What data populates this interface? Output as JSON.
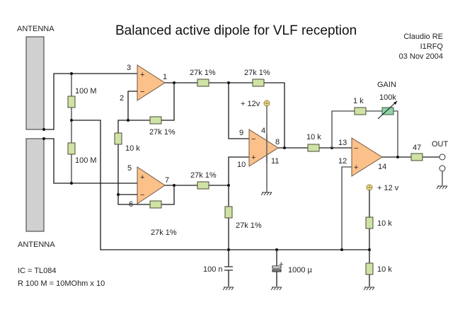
{
  "title": "Balanced active dipole for VLF reception",
  "author": {
    "name": "Claudio RE",
    "callsign": "I1RFQ",
    "date": "03 Nov 2004"
  },
  "antennas": {
    "top_label": "ANTENNA",
    "bottom_label": "ANTENNA"
  },
  "notes": {
    "ic": "IC = TL084",
    "resistor": "R 100 M = 10MOhm x 10"
  },
  "colors": {
    "resistor": "#cfe3a4",
    "opamp": "#fcc18b",
    "pot": "#8fd3a8",
    "antenna": "#d0d0d0",
    "supply": "#fff3a8"
  },
  "resistors": {
    "r_bias_top": "100 M",
    "r_bias_bottom": "100 M",
    "r_gain": "10 k",
    "r_fb_u1": "27k 1%",
    "r_fb_u2": "27k 1%",
    "r_in_u3_minus": "27k 1%",
    "r_fb_u3": "27k 1%",
    "r_in_u3_plus": "27k 1%",
    "r_ref_u3": "27k 1%",
    "r_in_u4": "10 k",
    "r_fb_u4": "1 k",
    "r_out": "47",
    "r_div_top": "10 k",
    "r_div_bottom": "10 k"
  },
  "pot": {
    "label": "GAIN",
    "value": "100k"
  },
  "capacitors": {
    "c1": "100 n",
    "c2": "1000 µ",
    "c2_polarity": "+"
  },
  "supplies": {
    "u3": "+ 12v",
    "divider": "+ 12 v"
  },
  "output": {
    "label": "OUT"
  },
  "pins": {
    "u1": {
      "plus": "3",
      "minus": "2",
      "out": "1"
    },
    "u2": {
      "plus": "5",
      "minus": "6",
      "out": "7"
    },
    "u3": {
      "minus": "9",
      "plus": "10",
      "out": "8",
      "vcc": "4",
      "gnd": "11"
    },
    "u4": {
      "minus": "13",
      "plus": "12",
      "out": "14"
    }
  },
  "opamp_signs": {
    "plus": "+",
    "minus": "−"
  }
}
